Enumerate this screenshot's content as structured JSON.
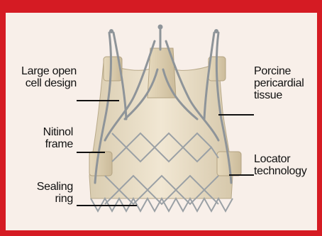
{
  "labels": {
    "large_open_cell": "Large open\ncell design",
    "nitinol_frame": "Nitinol\nframe",
    "sealing_ring": "Sealing\nring",
    "porcine_tissue": "Porcine\npericardial\ntissue",
    "locator_technology": "Locator\ntechnology"
  },
  "colors": {
    "border": "#d51b23",
    "panel": "#f8efe9",
    "tissue": "#eadfc8",
    "metal": "#8e9499"
  }
}
